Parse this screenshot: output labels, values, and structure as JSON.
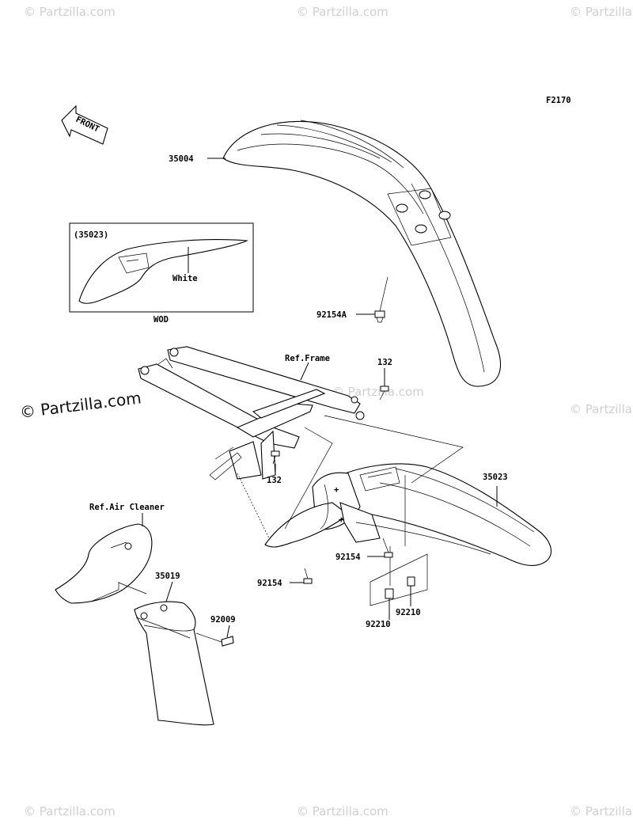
{
  "diagram": {
    "figure_code": "F2170",
    "front_label": "FRONT",
    "inset": {
      "part": "(35023)",
      "color_note": "White",
      "caption": "WOD"
    },
    "callouts": [
      {
        "id": "front-fender",
        "text": "35004"
      },
      {
        "id": "bolt-front",
        "text": "92154A"
      },
      {
        "id": "ref-frame",
        "text": "Ref.Frame"
      },
      {
        "id": "bolt-132-right",
        "text": "132"
      },
      {
        "id": "bolt-132-left",
        "text": "132"
      },
      {
        "id": "rear-fender",
        "text": "35023"
      },
      {
        "id": "ref-air-cleaner",
        "text": "Ref.Air Cleaner"
      },
      {
        "id": "bolt-92154-right",
        "text": "92154"
      },
      {
        "id": "bolt-92154-left",
        "text": "92154"
      },
      {
        "id": "mud-flap",
        "text": "35019"
      },
      {
        "id": "screw",
        "text": "92009"
      },
      {
        "id": "nut-right",
        "text": "92210"
      },
      {
        "id": "nut-left",
        "text": "92210"
      }
    ]
  },
  "watermark": {
    "text": "© Partzilla.com",
    "faint_text": "© Partzilla.com"
  }
}
